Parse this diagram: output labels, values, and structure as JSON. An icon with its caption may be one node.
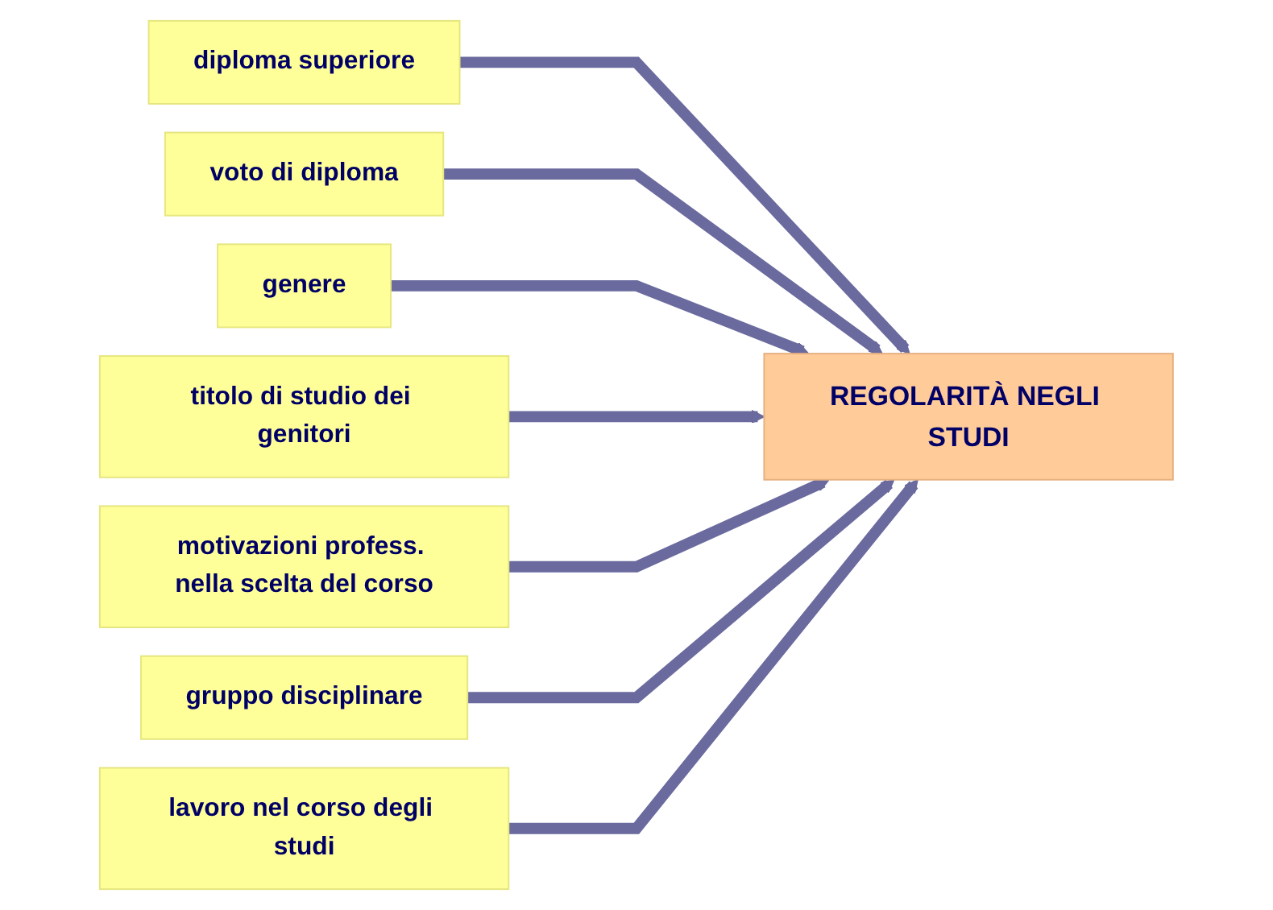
{
  "diagram": {
    "nodes": [
      {
        "text": [
          "diploma superiore"
        ]
      },
      {
        "text": [
          "voto di diploma"
        ]
      },
      {
        "text": [
          "genere"
        ]
      },
      {
        "text": [
          "titolo di studio dei genitori"
        ]
      },
      {
        "text": [
          "motivazioni profess. nella scelta del corso"
        ]
      },
      {
        "text": [
          "gruppo disciplinare"
        ]
      },
      {
        "text": [
          "lavoro nel corso degli studi"
        ]
      },
      {
        "text": [
          "REGOLARITÀ NEGLI STUDI"
        ]
      }
    ],
    "edges": [
      {
        "from": 0,
        "to": 7,
        "arrow": "to"
      },
      {
        "from": 1,
        "to": 7,
        "arrow": "to"
      },
      {
        "from": 2,
        "to": 7,
        "arrow": "to"
      },
      {
        "from": 3,
        "to": 7,
        "arrow": "to"
      },
      {
        "from": 4,
        "to": 7,
        "arrow": "to"
      },
      {
        "from": 5,
        "to": 7,
        "arrow": "to"
      },
      {
        "from": 6,
        "to": 7,
        "arrow": "to"
      }
    ]
  }
}
